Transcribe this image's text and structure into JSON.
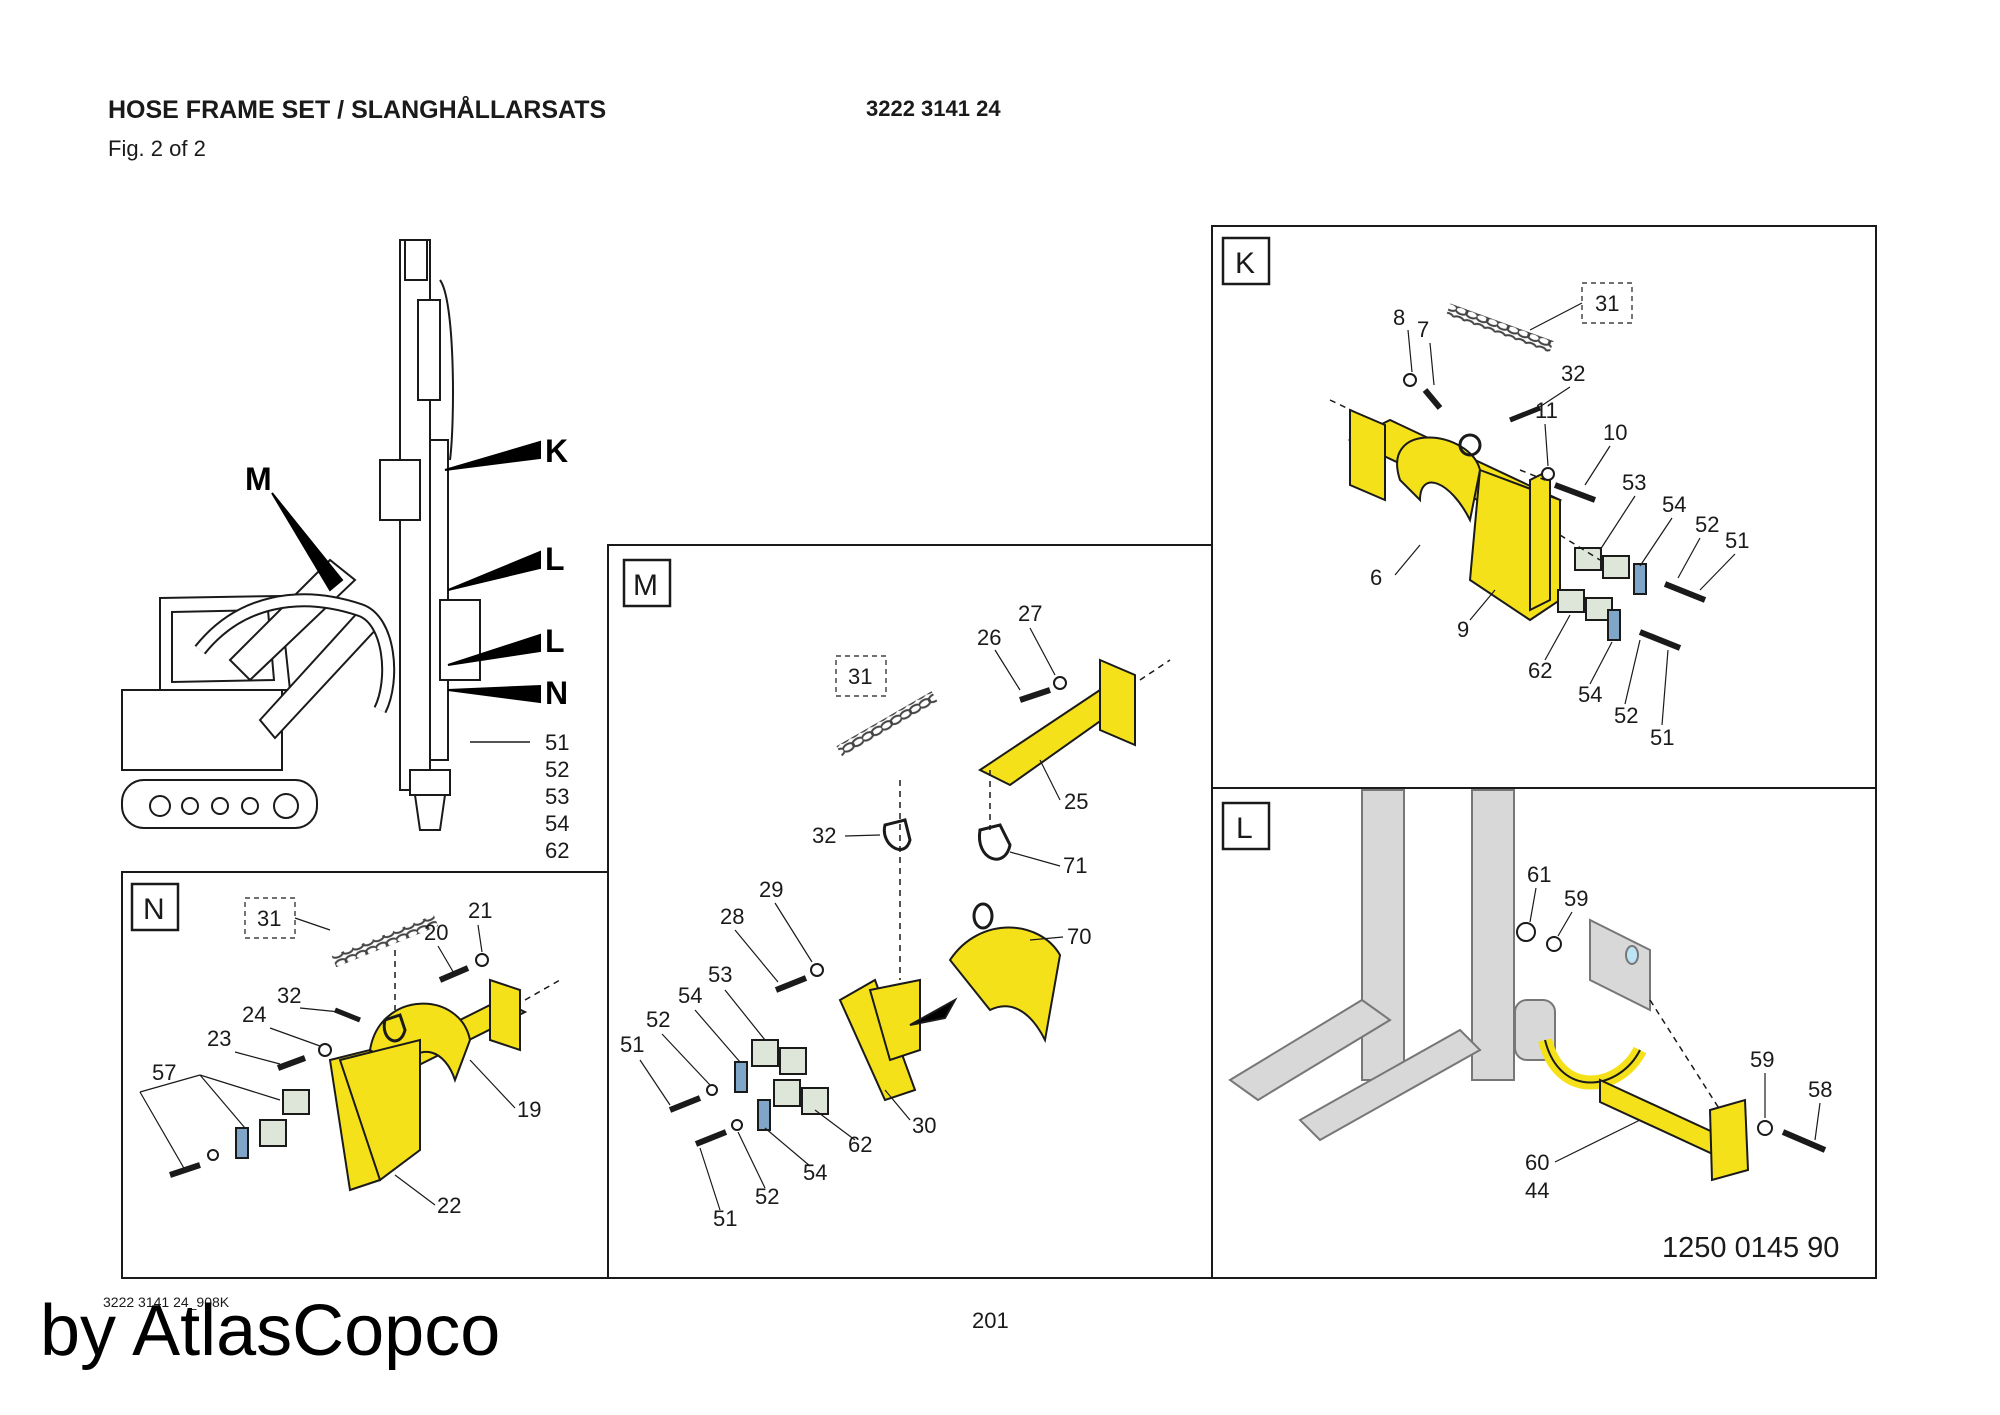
{
  "header": {
    "title": "HOSE FRAME SET / SLANGHÅLLARSATS",
    "part_number": "3222 3141 24",
    "figure": "Fig. 2 of 2"
  },
  "footer": {
    "document_ref": "3222 3141 24_908K",
    "watermark": "by AtlasCopco",
    "page_number": "201",
    "drawing_number": "1250 0145 90"
  },
  "overview": {
    "markers": [
      "M",
      "K",
      "L",
      "L",
      "N"
    ],
    "parts_list": [
      "51",
      "52",
      "53",
      "54",
      "62"
    ]
  },
  "details": {
    "K": {
      "label": "K",
      "callouts": [
        "31",
        "8",
        "7",
        "32",
        "11",
        "10",
        "53",
        "54",
        "52",
        "51",
        "6",
        "9",
        "62",
        "54",
        "52",
        "51"
      ]
    },
    "L": {
      "label": "L",
      "callouts": [
        "61",
        "59",
        "59",
        "58",
        "60",
        "44"
      ]
    },
    "M": {
      "label": "M",
      "callouts": [
        "31",
        "26",
        "27",
        "25",
        "32",
        "71",
        "70",
        "29",
        "28",
        "53",
        "54",
        "52",
        "51",
        "30",
        "62",
        "54",
        "52",
        "51"
      ]
    },
    "N": {
      "label": "N",
      "callouts": [
        "31",
        "21",
        "20",
        "32",
        "24",
        "23",
        "57",
        "19",
        "22"
      ]
    }
  },
  "colors": {
    "frame_yellow": "#f5e11a",
    "clamp_grey": "#dde6d8",
    "plate_blue": "#7fa6c8",
    "line": "#1a1a1a",
    "machine_grey": "#d8d8d8"
  }
}
